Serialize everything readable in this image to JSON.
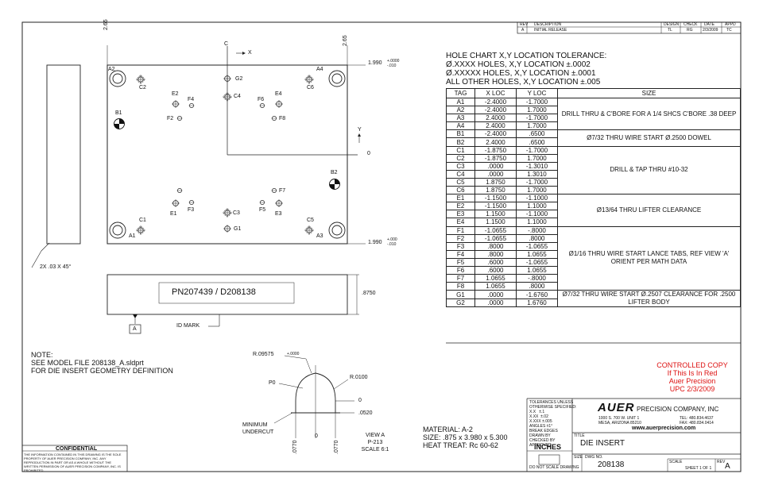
{
  "revision_block": {
    "headers": [
      "REV",
      "DESCRIPTION",
      "DESIGN",
      "CHECK",
      "DATE",
      "APPD"
    ],
    "row": [
      "A",
      "INITIAL RELEASE",
      "TL",
      "RG",
      "2/3/2009",
      "TC"
    ]
  },
  "dims": {
    "left_265": "2.65",
    "right_265": "2.65",
    "top_1990": "1.990",
    "top_tol": "+.0000\n-.010",
    "bot_1990": "1.990",
    "bot_tol": "+.000\n-.010",
    "chamfer": "2X .03 X 45°",
    "thickness": ".8750",
    "x_axis": "X",
    "y_axis": "Y",
    "origin": "0",
    "c_axis": "C"
  },
  "plate_labels": {
    "A1": "A1",
    "A2": "A2",
    "A3": "A3",
    "A4": "A4",
    "B1": "B1",
    "B2": "B2",
    "C1": "C1",
    "C2": "C2",
    "C3": "C3",
    "C4": "C4",
    "C5": "C5",
    "C6": "C6",
    "E1": "E1",
    "E2": "E2",
    "E3": "E3",
    "E4": "E4",
    "F2": "F2",
    "F3": "F3",
    "F4": "F4",
    "F5": "F5",
    "F6": "F6",
    "F7": "F7",
    "F8": "F8",
    "G1": "G1",
    "G2": "G2"
  },
  "side_view": {
    "part_number": "PN207439 / D208138",
    "datum": "A",
    "id_mark": "ID MARK"
  },
  "hole_chart": {
    "header_lines": [
      "HOLE CHART X,Y LOCATION TOLERANCE:",
      "Ø.XXXX  HOLES, X,Y LOCATION ±.0002",
      "Ø.XXXXX  HOLES, X,Y LOCATION ±.0001",
      "ALL OTHER HOLES, X,Y LOCATION ±.005"
    ],
    "columns": [
      "TAG",
      "X LOC",
      "Y LOC",
      "SIZE"
    ],
    "rows": [
      [
        "A1",
        "-2.4000",
        "-1.7000"
      ],
      [
        "A2",
        "-2.4000",
        "1.7000"
      ],
      [
        "A3",
        "2.4000",
        "-1.7000"
      ],
      [
        "A4",
        "2.4000",
        "1.7000"
      ],
      [
        "B1",
        "-2.4000",
        ".6500"
      ],
      [
        "B2",
        "2.4000",
        ".6500"
      ],
      [
        "C1",
        "-1.8750",
        "-1.7000"
      ],
      [
        "C2",
        "-1.8750",
        "1.7000"
      ],
      [
        "C3",
        ".0000",
        "-1.3010"
      ],
      [
        "C4",
        ".0000",
        "1.3010"
      ],
      [
        "C5",
        "1.8750",
        "-1.7000"
      ],
      [
        "C6",
        "1.8750",
        "1.7000"
      ],
      [
        "E1",
        "-1.1500",
        "-1.1000"
      ],
      [
        "E2",
        "-1.1500",
        "1.1000"
      ],
      [
        "E3",
        "1.1500",
        "-1.1000"
      ],
      [
        "E4",
        "1.1500",
        "1.1000"
      ],
      [
        "F1",
        "-1.0655",
        "-.8000"
      ],
      [
        "F2",
        "-1.0655",
        ".8000"
      ],
      [
        "F3",
        ".8000",
        "-1.0655"
      ],
      [
        "F4",
        ".8000",
        "1.0655"
      ],
      [
        "F5",
        ".6000",
        "-1.0655"
      ],
      [
        "F6",
        ".6000",
        "1.0655"
      ],
      [
        "F7",
        "1.0655",
        "-.8000"
      ],
      [
        "F8",
        "1.0655",
        ".8000"
      ],
      [
        "G1",
        ".0000",
        "-1.6760"
      ],
      [
        "G2",
        ".0000",
        "1.6760"
      ]
    ],
    "sizes": [
      "DRILL THRU & C'BORE FOR A 1/4 SHCS C'BORE .38 DEEP",
      "Ø7/32 THRU WIRE START Ø.2500 DOWEL",
      "DRILL & TAP THRU #10-32",
      "Ø13/64 THRU LIFTER CLEARANCE",
      "Ø1/16 THRU WIRE START LANCE TABS, REF VIEW 'A' ORIENT PER MATH DATA",
      "Ø7/32 THRU WIRE START Ø.2507 CLEARANCE FOR .2500 LIFTER BODY"
    ]
  },
  "notes": {
    "title": "NOTE:",
    "line1": "SEE MODEL FILE 208138_A.sldprt",
    "line2": "FOR DIE INSERT GEOMETRY DEFINITION"
  },
  "detail_view": {
    "radius_top": "R.09575",
    "radius_top_tol": "+.0000",
    "radius_right": "R.0100",
    "p0": "P0",
    "zero_right": "0",
    "dim_0520": ".0520",
    "minimum_undercut": "MINIMUM\nUNDERCUT",
    "dim_0770_left": ".0770",
    "zero_bottom": "0",
    "dim_0770_right": ".0770",
    "view_title": "VIEW A",
    "view_ref": "P-213",
    "scale": "SCALE 6:1"
  },
  "material": {
    "material": "MATERIAL:  A-2",
    "size": "SIZE:  .875 x 3.980 x 5.300",
    "heat_treat": "HEAT TREAT:  Rc 60-62"
  },
  "controlled_copy": {
    "line1": "CONTROLLED COPY",
    "line2": "If This Is In Red",
    "line3": "Auer Precision",
    "line4": "UPC  2/3/2009"
  },
  "title_block": {
    "company_bold": "AUER",
    "company_rest": "PRECISION COMPANY, INC",
    "address_left": "1000 S. 700 W. UNIT 1\nMESA, ARIZONA 85210",
    "address_right": "TEL: 480.834.4637\nFAX: 480.834.0414",
    "website": "www.auerprecision.com",
    "tolerances": "TOLERANCES UNLESS\nOTHERWISE SPECIFIED:\nX.X   ±.1\nX.XX  ±.02\nX.XXX ±.005\nANGLES ±1°\nBREAK EDGES\nDRAWN BY\nCHECKED BY\nAPPROVED",
    "units": "INCHES",
    "do_not_scale": "DO NOT SCALE DRAWING",
    "title_label": "TITLE",
    "title": "DIE INSERT",
    "dwg_label": "DWG NO.",
    "dwg_no": "208138",
    "size_label": "SIZE",
    "scale_label": "SCALE",
    "rev_label": "REV",
    "rev": "A",
    "sheet_label": "SHEET 1 OF 1"
  },
  "confidential": {
    "title": "CONFIDENTIAL",
    "text": "THE INFORMATION CONTAINED IN THIS DRAWING IS THE SOLE PROPERTY OF AUER PRECISION COMPANY, INC. ANY REPRODUCTION IN PART OR AS A WHOLE WITHOUT THE WRITTEN PERMISSION OF AUER PRECISION COMPANY, INC. IS PROHIBITED."
  }
}
